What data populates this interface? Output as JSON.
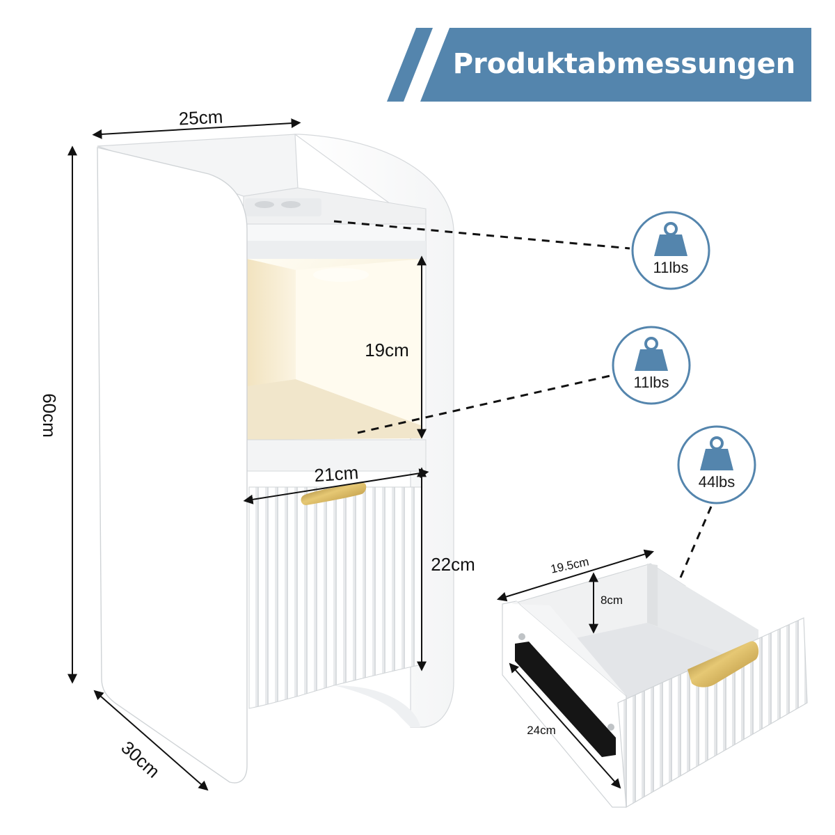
{
  "header": {
    "title": "Produktabmessungen",
    "banner_color": "#5485ad"
  },
  "dimensions": {
    "top_width": "25cm",
    "total_height": "60cm",
    "depth": "30cm",
    "compartment_height": "19cm",
    "drawer_width": "21cm",
    "drawer_height": "22cm",
    "inner_width": "19.5cm",
    "inner_height": "8cm",
    "inner_depth": "24cm"
  },
  "load_badges": [
    {
      "label": "11lbs",
      "icon": "weight-icon"
    },
    {
      "label": "11lbs",
      "icon": "weight-icon"
    },
    {
      "label": "44lbs",
      "icon": "weight-icon"
    }
  ],
  "colors": {
    "accent": "#5485ad",
    "gold_handle": "#c9a545",
    "cabinet_white": "#ffffff",
    "led_glow": "#fbf2dc"
  }
}
